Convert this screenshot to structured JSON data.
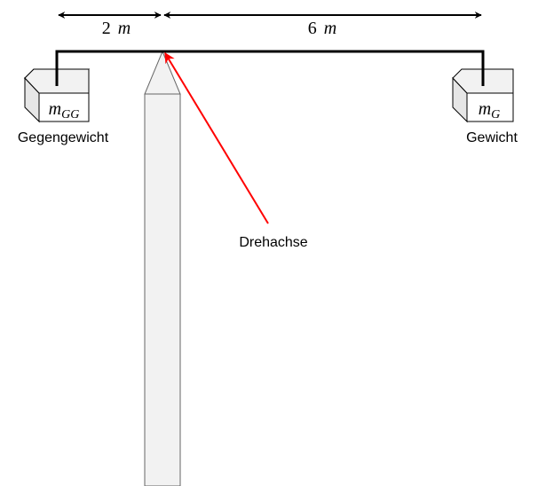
{
  "dimensions": {
    "left_arm": {
      "number": "2",
      "unit": "m"
    },
    "right_arm": {
      "number": "6",
      "unit": "m"
    }
  },
  "masses": {
    "counterweight": {
      "symbol": "m",
      "subscript": "GG",
      "label": "Gegengewicht"
    },
    "weight": {
      "symbol": "m",
      "subscript": "G",
      "label": "Gewicht"
    }
  },
  "pivot": {
    "label": "Drehachse"
  },
  "colors": {
    "pointer_arrow": "#ff0000",
    "tower_fill": "#f2f2f2",
    "tower_stroke": "#666666",
    "box_front": "#ffffff",
    "box_side": "#e6e6e6",
    "box_top": "#f2f2f2",
    "line": "#000000"
  }
}
